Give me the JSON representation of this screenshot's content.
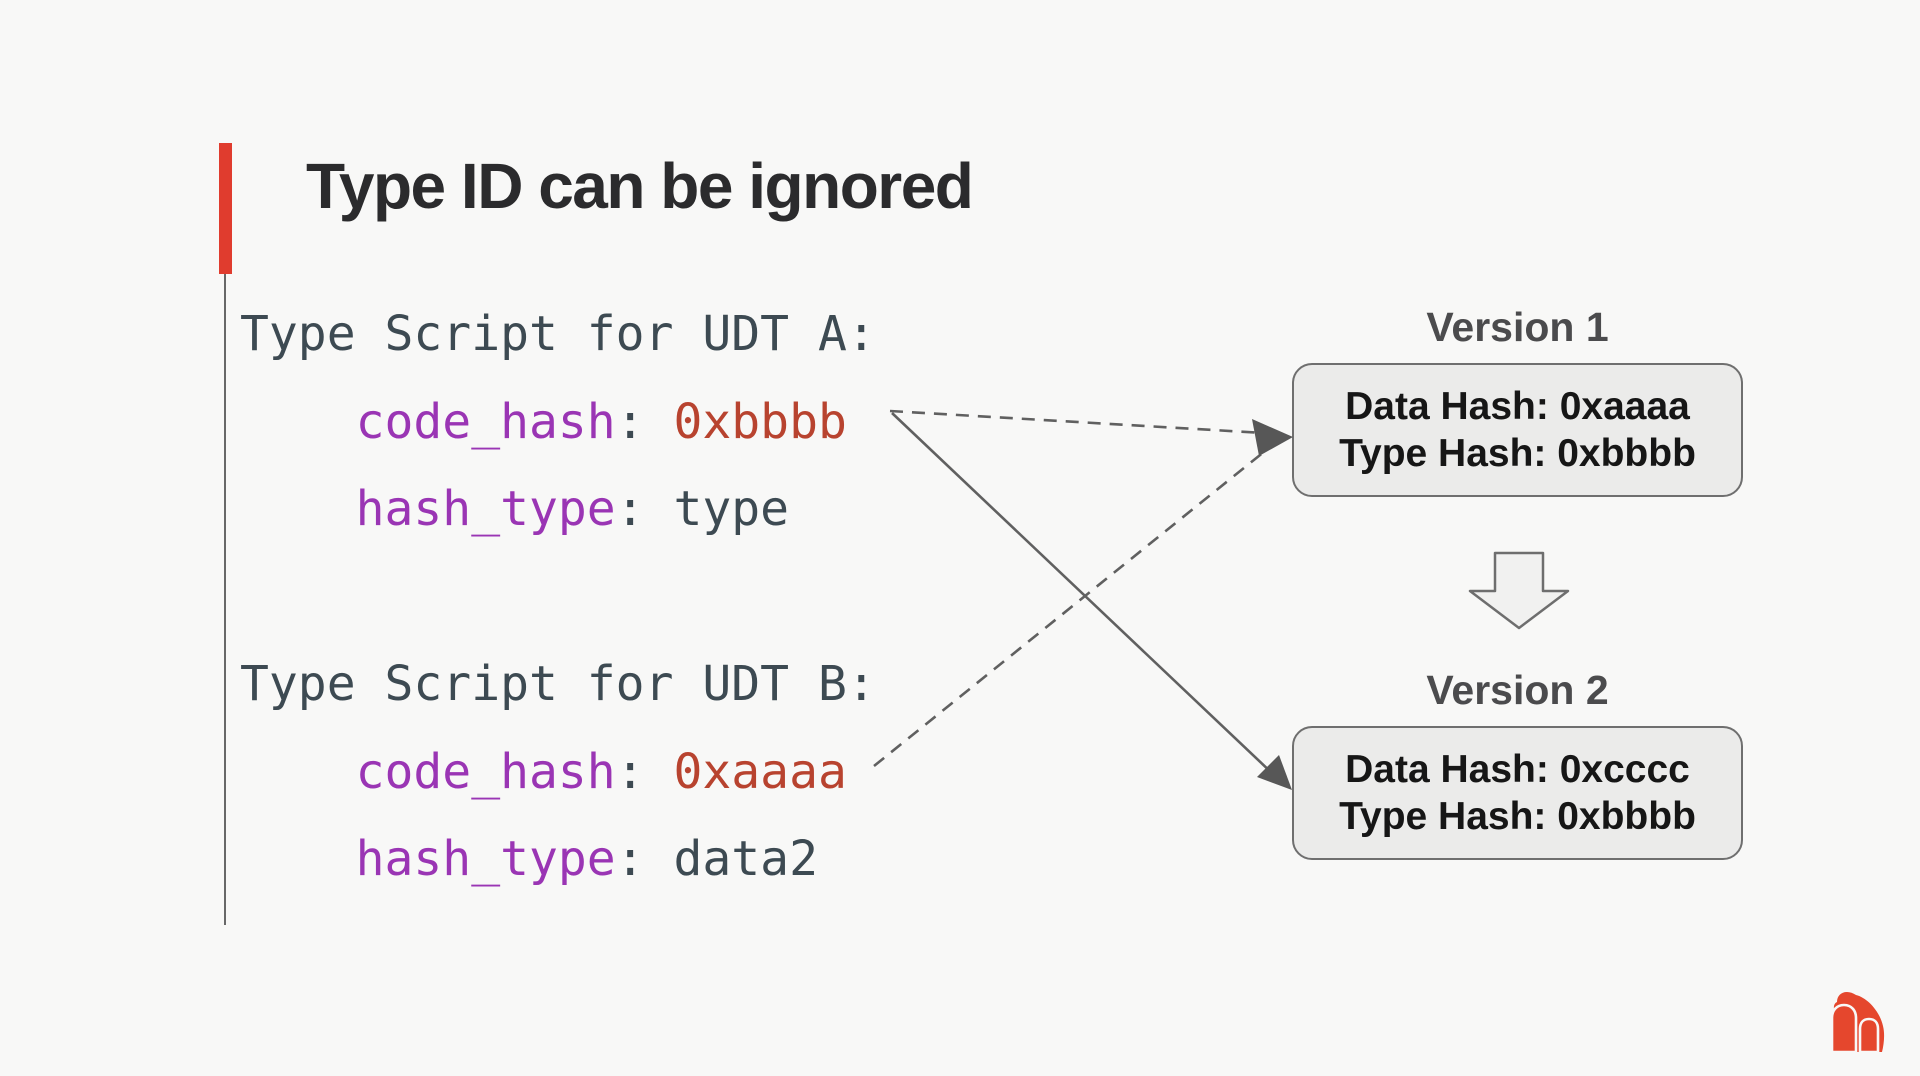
{
  "slide": {
    "title": "Type ID can be ignored"
  },
  "code": {
    "sep": ": ",
    "block_a": {
      "title": "Type Script for UDT A:",
      "lines": [
        {
          "key": "code_hash",
          "value": "0xbbbb"
        },
        {
          "key": "hash_type",
          "value": "type"
        }
      ]
    },
    "block_b": {
      "title": "Type Script for UDT B:",
      "lines": [
        {
          "key": "code_hash",
          "value": "0xaaaa"
        },
        {
          "key": "hash_type",
          "value": "data2"
        }
      ]
    }
  },
  "versions": [
    {
      "label": "Version 1",
      "data_hash_line": "Data Hash: 0xaaaa",
      "type_hash_line": "Type Hash: 0xbbbb"
    },
    {
      "label": "Version 2",
      "data_hash_line": "Data Hash: 0xcccc",
      "type_hash_line": "Type Hash: 0xbbbb"
    }
  ],
  "icons": {
    "down_block_arrow": "down-arrow-icon",
    "logo": "gorilla-logo"
  },
  "colors": {
    "background": "#f8f8f7",
    "title": "#2b2b2d",
    "accent": "#e03c2e",
    "rule": "#686868",
    "code_plain": "#3d4a52",
    "code_key": "#9a35b4",
    "code_value": "#b8432f",
    "box_fill": "#ebebea",
    "box_border": "#6f6f6f",
    "box_text": "#161616",
    "version_label": "#4b4b4d",
    "line_gray": "#606060",
    "arrowhead": "#575757",
    "arrow_fill": "#f1f1f0",
    "arrow_border": "#6e6e6e",
    "logo_red": "#e5472d"
  }
}
